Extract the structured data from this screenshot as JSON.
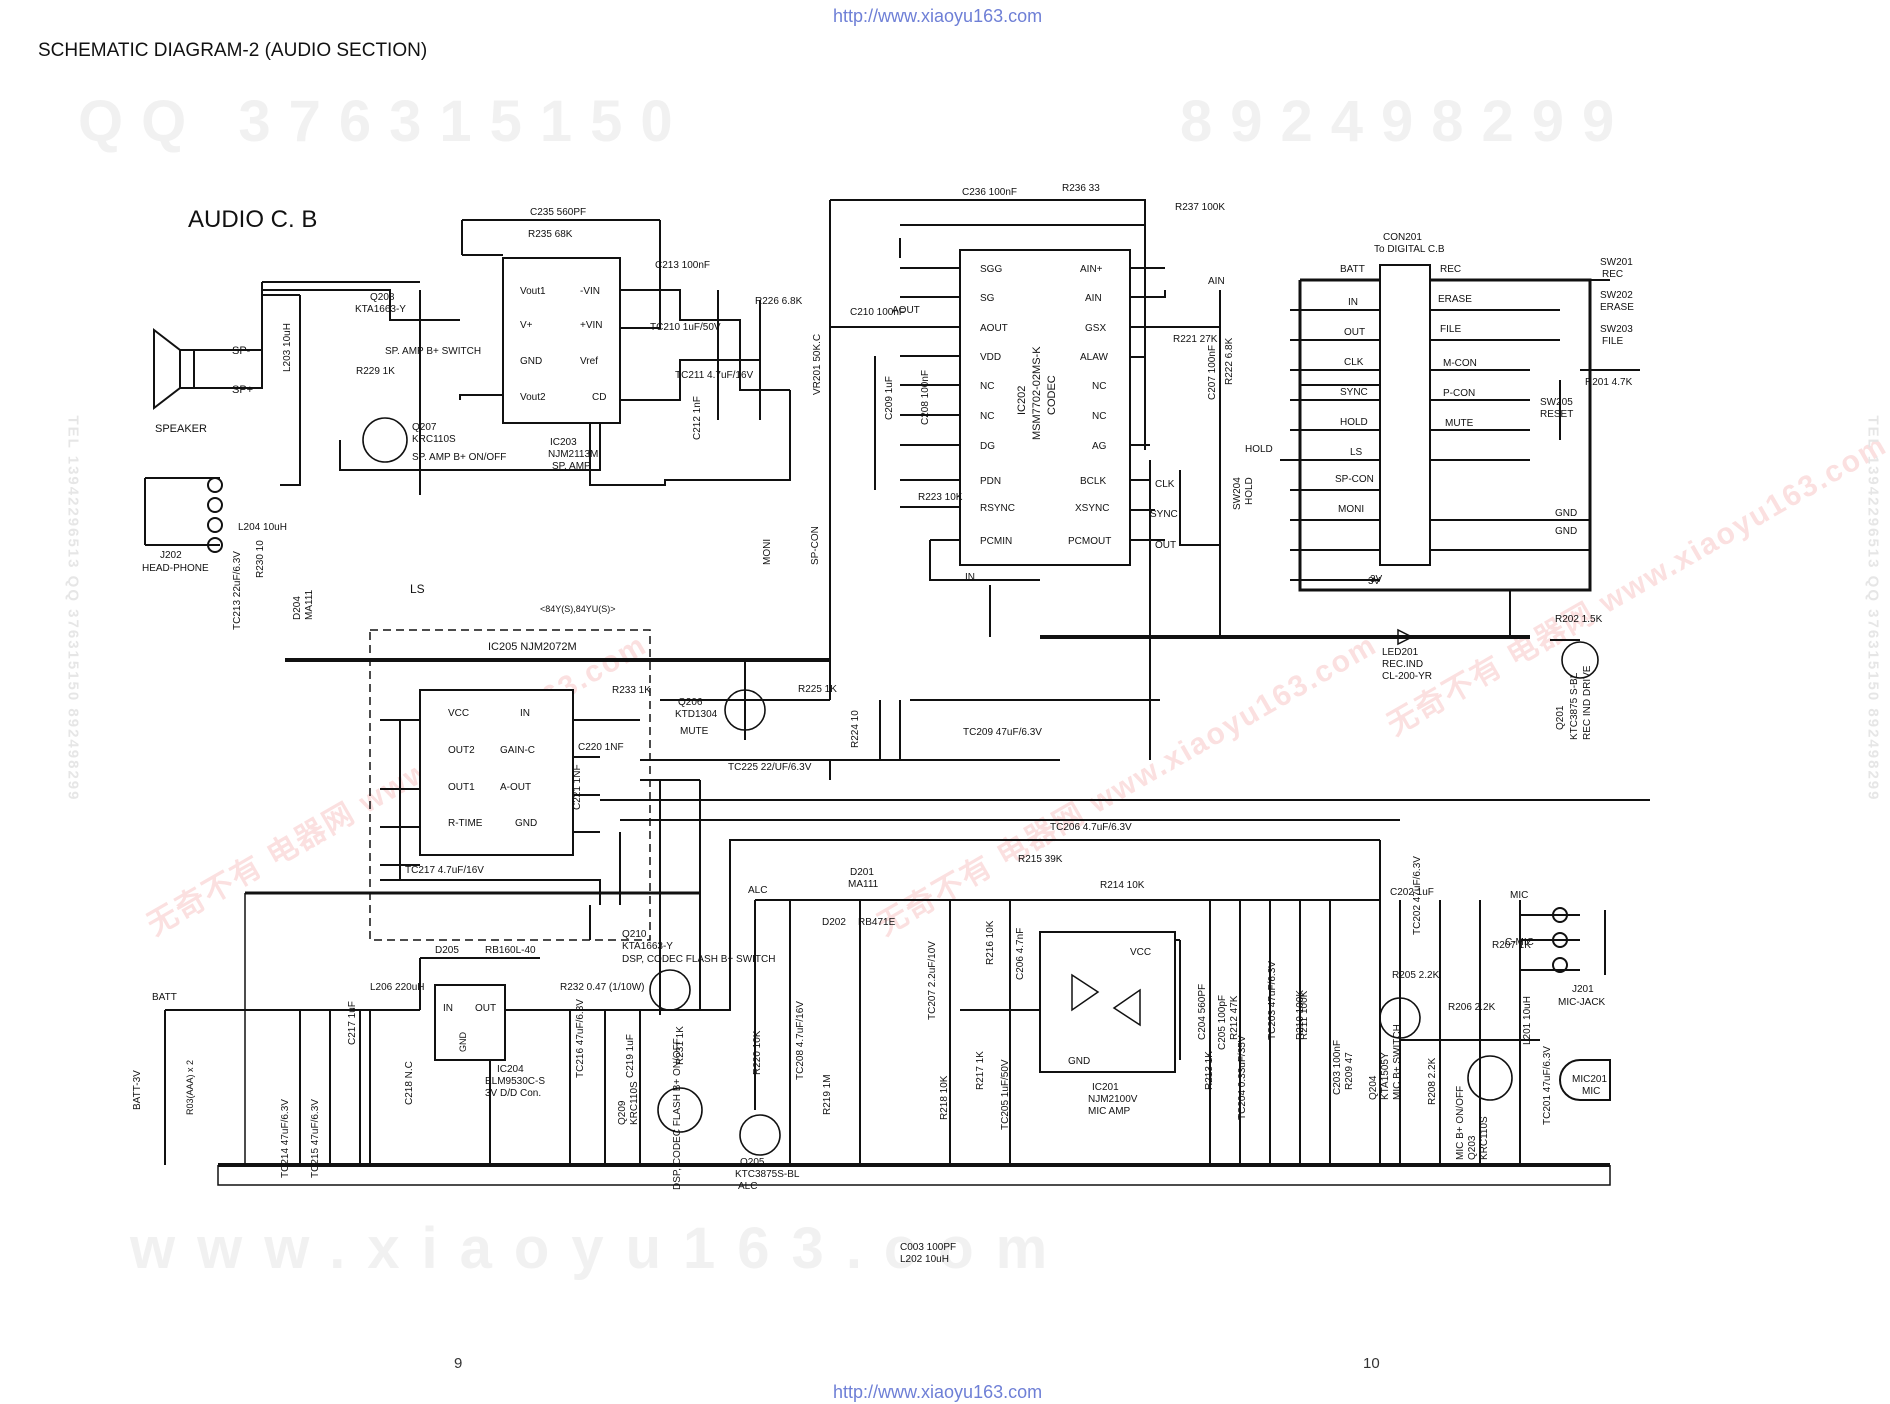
{
  "header": {
    "url": "http://www.xiaoyu163.com",
    "title": "SCHEMATIC DIAGRAM-2 (AUDIO SECTION)"
  },
  "board": {
    "title": "AUDIO C. B"
  },
  "watermarks": {
    "qq_top": "QQ 376315150",
    "phone_top": "892498299",
    "site_bottom": "www.xiaoyu163.com",
    "site_cn": "无奇不有 电器网 www.xiaoyu163.com",
    "side_tel": "TEL 13942296513 QQ 376315150 892498299"
  },
  "footer": {
    "page_left": "9",
    "page_right": "10",
    "url": "http://www.xiaoyu163.com"
  },
  "colors": {
    "ink": "#111111",
    "watermark": "#f1f1f1",
    "url": "#6e7fd6"
  },
  "labels": {
    "ic203": {
      "ref": "IC203",
      "part": "NJM2113M",
      "role": "SP. AMP",
      "pins": [
        "Vout1",
        "V+",
        "GND",
        "Vout2",
        "-VIN",
        "+VIN",
        "Vref",
        "CD"
      ]
    },
    "ic202": {
      "ref": "IC202",
      "part": "MSM7702-02MS-K",
      "role": "CODEC",
      "left_pins": [
        "SGG",
        "SG",
        "AOUT",
        "VDD",
        "NC",
        "NC",
        "DG",
        "PDN",
        "RSYNC",
        "PCMIN"
      ],
      "right_pins": [
        "AIN+",
        "AIN",
        "GSX",
        "ALAW",
        "NC",
        "NC",
        "AG",
        "BCLK",
        "XSYNC",
        "PCMOUT"
      ]
    },
    "ic205": {
      "ref": "IC205 NJM2072M",
      "left_pins": [
        "VCC",
        "OUT2",
        "OUT1",
        "R-TIME"
      ],
      "right_pins": [
        "IN",
        "GAIN-C",
        "A-OUT",
        "GND"
      ]
    },
    "ic204": {
      "ref": "IC204",
      "part": "ELM9530C-S",
      "role": "3V D/D Con.",
      "pins": [
        "IN",
        "OUT",
        "GND"
      ]
    },
    "ic201": {
      "ref": "IC201",
      "part": "NJM2100V",
      "role": "MIC AMP",
      "pins": [
        "VCC",
        "GND"
      ]
    },
    "con201": {
      "ref": "CON201",
      "note": "To DIGITAL C.B",
      "left": [
        "BATT",
        "IN",
        "OUT",
        "CLK",
        "SYNC",
        "HOLD",
        "LS",
        "SP-CON",
        "MONI",
        "3V"
      ],
      "right": [
        "REC",
        "ERASE",
        "FILE",
        "M-CON",
        "P-CON",
        "MUTE",
        "",
        "",
        "GND",
        "GND"
      ]
    },
    "switches": [
      {
        "ref": "SW201",
        "name": "REC"
      },
      {
        "ref": "SW202",
        "name": "ERASE"
      },
      {
        "ref": "SW203",
        "name": "FILE"
      },
      {
        "ref": "SW205",
        "name": "RESET"
      },
      {
        "ref": "SW204",
        "name": "HOLD"
      }
    ],
    "transistors": [
      {
        "ref": "Q208",
        "part": "KTA1663-Y",
        "role": "SP. AMP B+ SWITCH"
      },
      {
        "ref": "Q207",
        "part": "KRC110S",
        "role": "SP. AMP B+ ON/OFF"
      },
      {
        "ref": "Q206",
        "part": "KTD1304",
        "role": "MUTE"
      },
      {
        "ref": "Q210",
        "part": "KTA1663-Y",
        "role": "DSP, CODEC FLASH B+ SWITCH"
      },
      {
        "ref": "Q209",
        "part": "KRC110S",
        "role": "DSP, CODEC FLASH B+ ON/OFF"
      },
      {
        "ref": "Q205",
        "part": "KTC3875S-BL",
        "role": "ALC"
      },
      {
        "ref": "Q204",
        "part": "KTA1505Y",
        "role": "MIC B+ SWITCH"
      },
      {
        "ref": "Q203",
        "part": "KRC110S",
        "role": "MIC B+ ON/OFF"
      },
      {
        "ref": "Q201",
        "part": "KTC3875 S-BL",
        "role": "REC IND DRIVE"
      }
    ],
    "jacks": [
      {
        "ref": "J202",
        "name": "HEAD-PHONE"
      },
      {
        "ref": "J201",
        "name": "MIC-JACK"
      },
      {
        "ref": "MIC201",
        "name": "MIC"
      },
      {
        "ref": "SPEAKER",
        "name": ""
      }
    ],
    "misc": {
      "led": "LED201",
      "led_role": "REC.IND",
      "led_part": "CL-200-YR",
      "batt": "BATT",
      "batt_val": "BATT-3V",
      "batt_note": "R03(AAA) x 2",
      "d205": "D205",
      "d205_part": "RB160L-40",
      "d201": "D201",
      "d201_part": "MA111",
      "d202": "D202",
      "d202_part": "RB471E",
      "d204": "D204",
      "d204_part": "MA111",
      "alc": "ALC",
      "mic": "MIC",
      "cmic": "C-MIC",
      "aout": "AOUT",
      "ain": "AIN",
      "ls": "LS",
      "variant": "<84Y(S),84YU(S)>",
      "in": "IN",
      "v3": "3V",
      "spm": "SP-",
      "spp": "SP+",
      "moni": "MONI",
      "spcon": "SP-CON",
      "clk": "CLK",
      "sync": "SYNC",
      "out": "OUT",
      "hold": "HOLD"
    },
    "components": [
      "C235 560PF",
      "R235 68K",
      "C213 100nF",
      "R226 6.8K",
      "TC210 1uF/50V",
      "TC211 4.7uF/16V",
      "C212 1nF",
      "VR201 50K.C",
      "C210 100nF",
      "C236 100nF",
      "R236 33",
      "R237 100K",
      "C209 1uF",
      "C208 100nF",
      "R223 10K",
      "R221 27K",
      "C207 100nF",
      "R222 6.8K",
      "L203 10uH",
      "R229 1K",
      "L204 10uH",
      "R230 10",
      "TC213 22uF/6.3V",
      "R233 1K",
      "C220 1NF",
      "C221 1NF",
      "TC217 4.7uF/16V",
      "R225 1K",
      "TC225 22/UF/6.3V",
      "R224 10",
      "TC209 47uF/6.3V",
      "R202 1.5K",
      "R201 4.7K",
      "L206 220uH",
      "R232 0.47 (1/10W)",
      "C217 1uF",
      "C218 N.C",
      "TC214 47uF/6.3V",
      "TC215 47uF/6.3V",
      "TC216 47uF/6.3V",
      "C219 1uF",
      "R231 1K",
      "R220 10K",
      "TC208 4.7uF/16V",
      "R219 1M",
      "TC206 4.7uF/6.3V",
      "R215 39K",
      "R214 10K",
      "R216 10K",
      "C206 4.7nF",
      "TC207 2.2uF/10V",
      "R217 1K",
      "TC205 1uF/50V",
      "R218 10K",
      "R213 1K",
      "C205 100pF",
      "C204 560PF",
      "TC204 0.33uF/35V",
      "R212 47K",
      "TC203 47uF/6.3V",
      "R211 100K",
      "C203 100nF",
      "R210 100K",
      "R209 47",
      "C202 1uF",
      "TC202 47uF/6.3V",
      "R205 2.2K",
      "R206 2.2K",
      "R207 1K",
      "R208 2.2K",
      "L201 10uH",
      "TC201 47uF/6.3V",
      "C003 100PF",
      "L202 10uH"
    ]
  }
}
